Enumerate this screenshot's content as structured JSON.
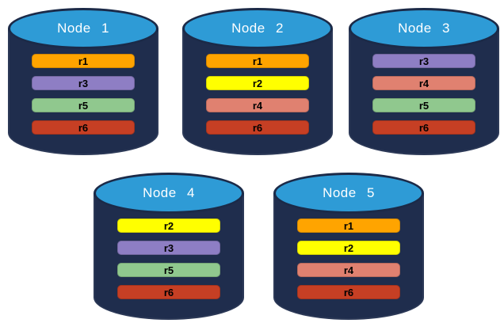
{
  "diagram": {
    "type": "database-replica-distribution",
    "colors": {
      "background": "#FFFFFF",
      "cylinder_body": "#1F2D4D",
      "cylinder_top_fill": "#2E9BD6",
      "cylinder_outline": "#1B2A48",
      "node_title_text": "#FFFFFF",
      "replica_label_text": "#000000"
    },
    "replica_colors": {
      "r1": "#FFA400",
      "r2": "#FFFF00",
      "r3": "#8E7EC4",
      "r4": "#E08170",
      "r5": "#90C88E",
      "r6": "#C63F24"
    },
    "nodes": [
      {
        "name": "Node 1",
        "replicas": [
          "r1",
          "r3",
          "r5",
          "r6"
        ]
      },
      {
        "name": "Node 2",
        "replicas": [
          "r1",
          "r2",
          "r4",
          "r6"
        ]
      },
      {
        "name": "Node 3",
        "replicas": [
          "r3",
          "r4",
          "r5",
          "r6"
        ]
      },
      {
        "name": "Node 4",
        "replicas": [
          "r2",
          "r3",
          "r5",
          "r6"
        ]
      },
      {
        "name": "Node 5",
        "replicas": [
          "r1",
          "r2",
          "r4",
          "r6"
        ]
      }
    ]
  }
}
